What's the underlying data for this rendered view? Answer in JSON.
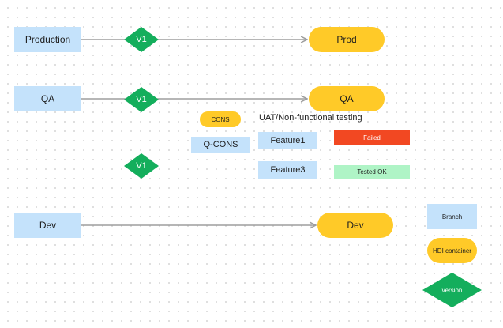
{
  "colors": {
    "branch_fill": "#c4e2fb",
    "container_fill": "#ffca28",
    "version_fill": "#14ae5c",
    "failed_fill": "#f24822",
    "tested_ok_fill": "#aff4c6",
    "connector": "#9e9e9e"
  },
  "rows": {
    "production": {
      "branch": "Production",
      "version": "V1",
      "container": "Prod"
    },
    "qa": {
      "branch": "QA",
      "version": "V1",
      "container": "QA"
    },
    "dev": {
      "branch": "Dev",
      "container": "Dev"
    }
  },
  "middle": {
    "cons_label": "CONS",
    "uat_heading": "UAT/Non-functional testing",
    "q_cons_branch": "Q-CONS",
    "feature1": "Feature1",
    "feature3": "Feature3",
    "failed_tag": "Failed",
    "tested_ok_tag": "Tested OK",
    "version": "V1"
  },
  "legend": {
    "branch": "Branch",
    "hdi_container": "HDI container",
    "version": "version"
  }
}
